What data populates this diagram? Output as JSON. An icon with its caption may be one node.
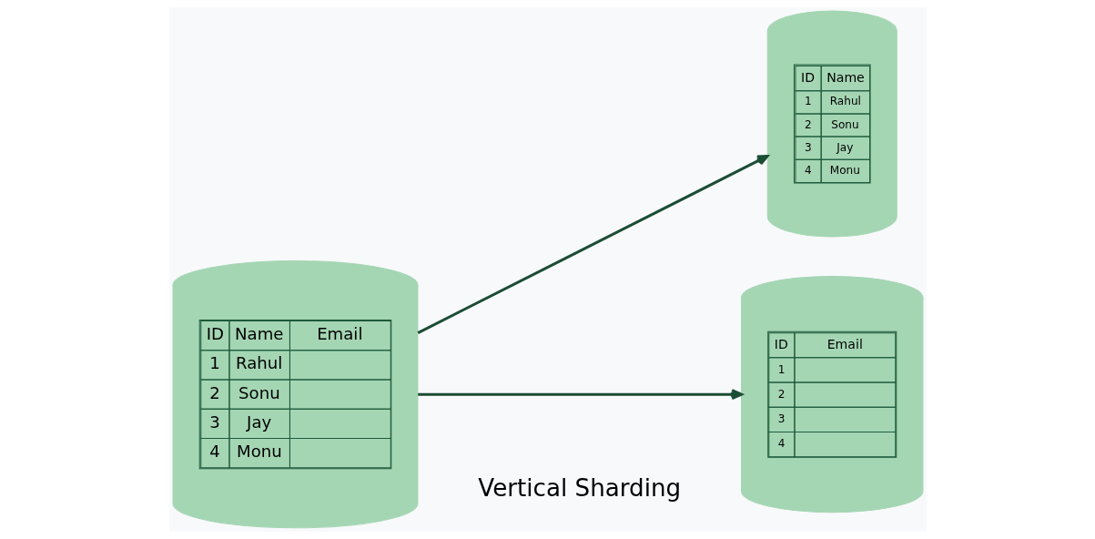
{
  "diagram": {
    "nodes": [
      {
        "text": [
          "ID",
          "Name",
          "Email",
          "1",
          "Rahul",
          "2",
          "Sonu",
          "3",
          "Jay",
          "4",
          "Monu"
        ]
      },
      {
        "text": [
          "ID",
          "Name",
          "1",
          "Rahul",
          "2",
          "Sonu",
          "3",
          "Jay",
          "4",
          "Monu"
        ]
      },
      {
        "text": [
          "ID",
          "Email",
          "1",
          "2",
          "3",
          "4"
        ]
      }
    ],
    "edges": [
      {
        "from": 0,
        "to": 1,
        "arrow": "to"
      },
      {
        "from": 0,
        "to": 2,
        "arrow": "to"
      }
    ],
    "labels": [
      "Vertical Sharding"
    ]
  }
}
